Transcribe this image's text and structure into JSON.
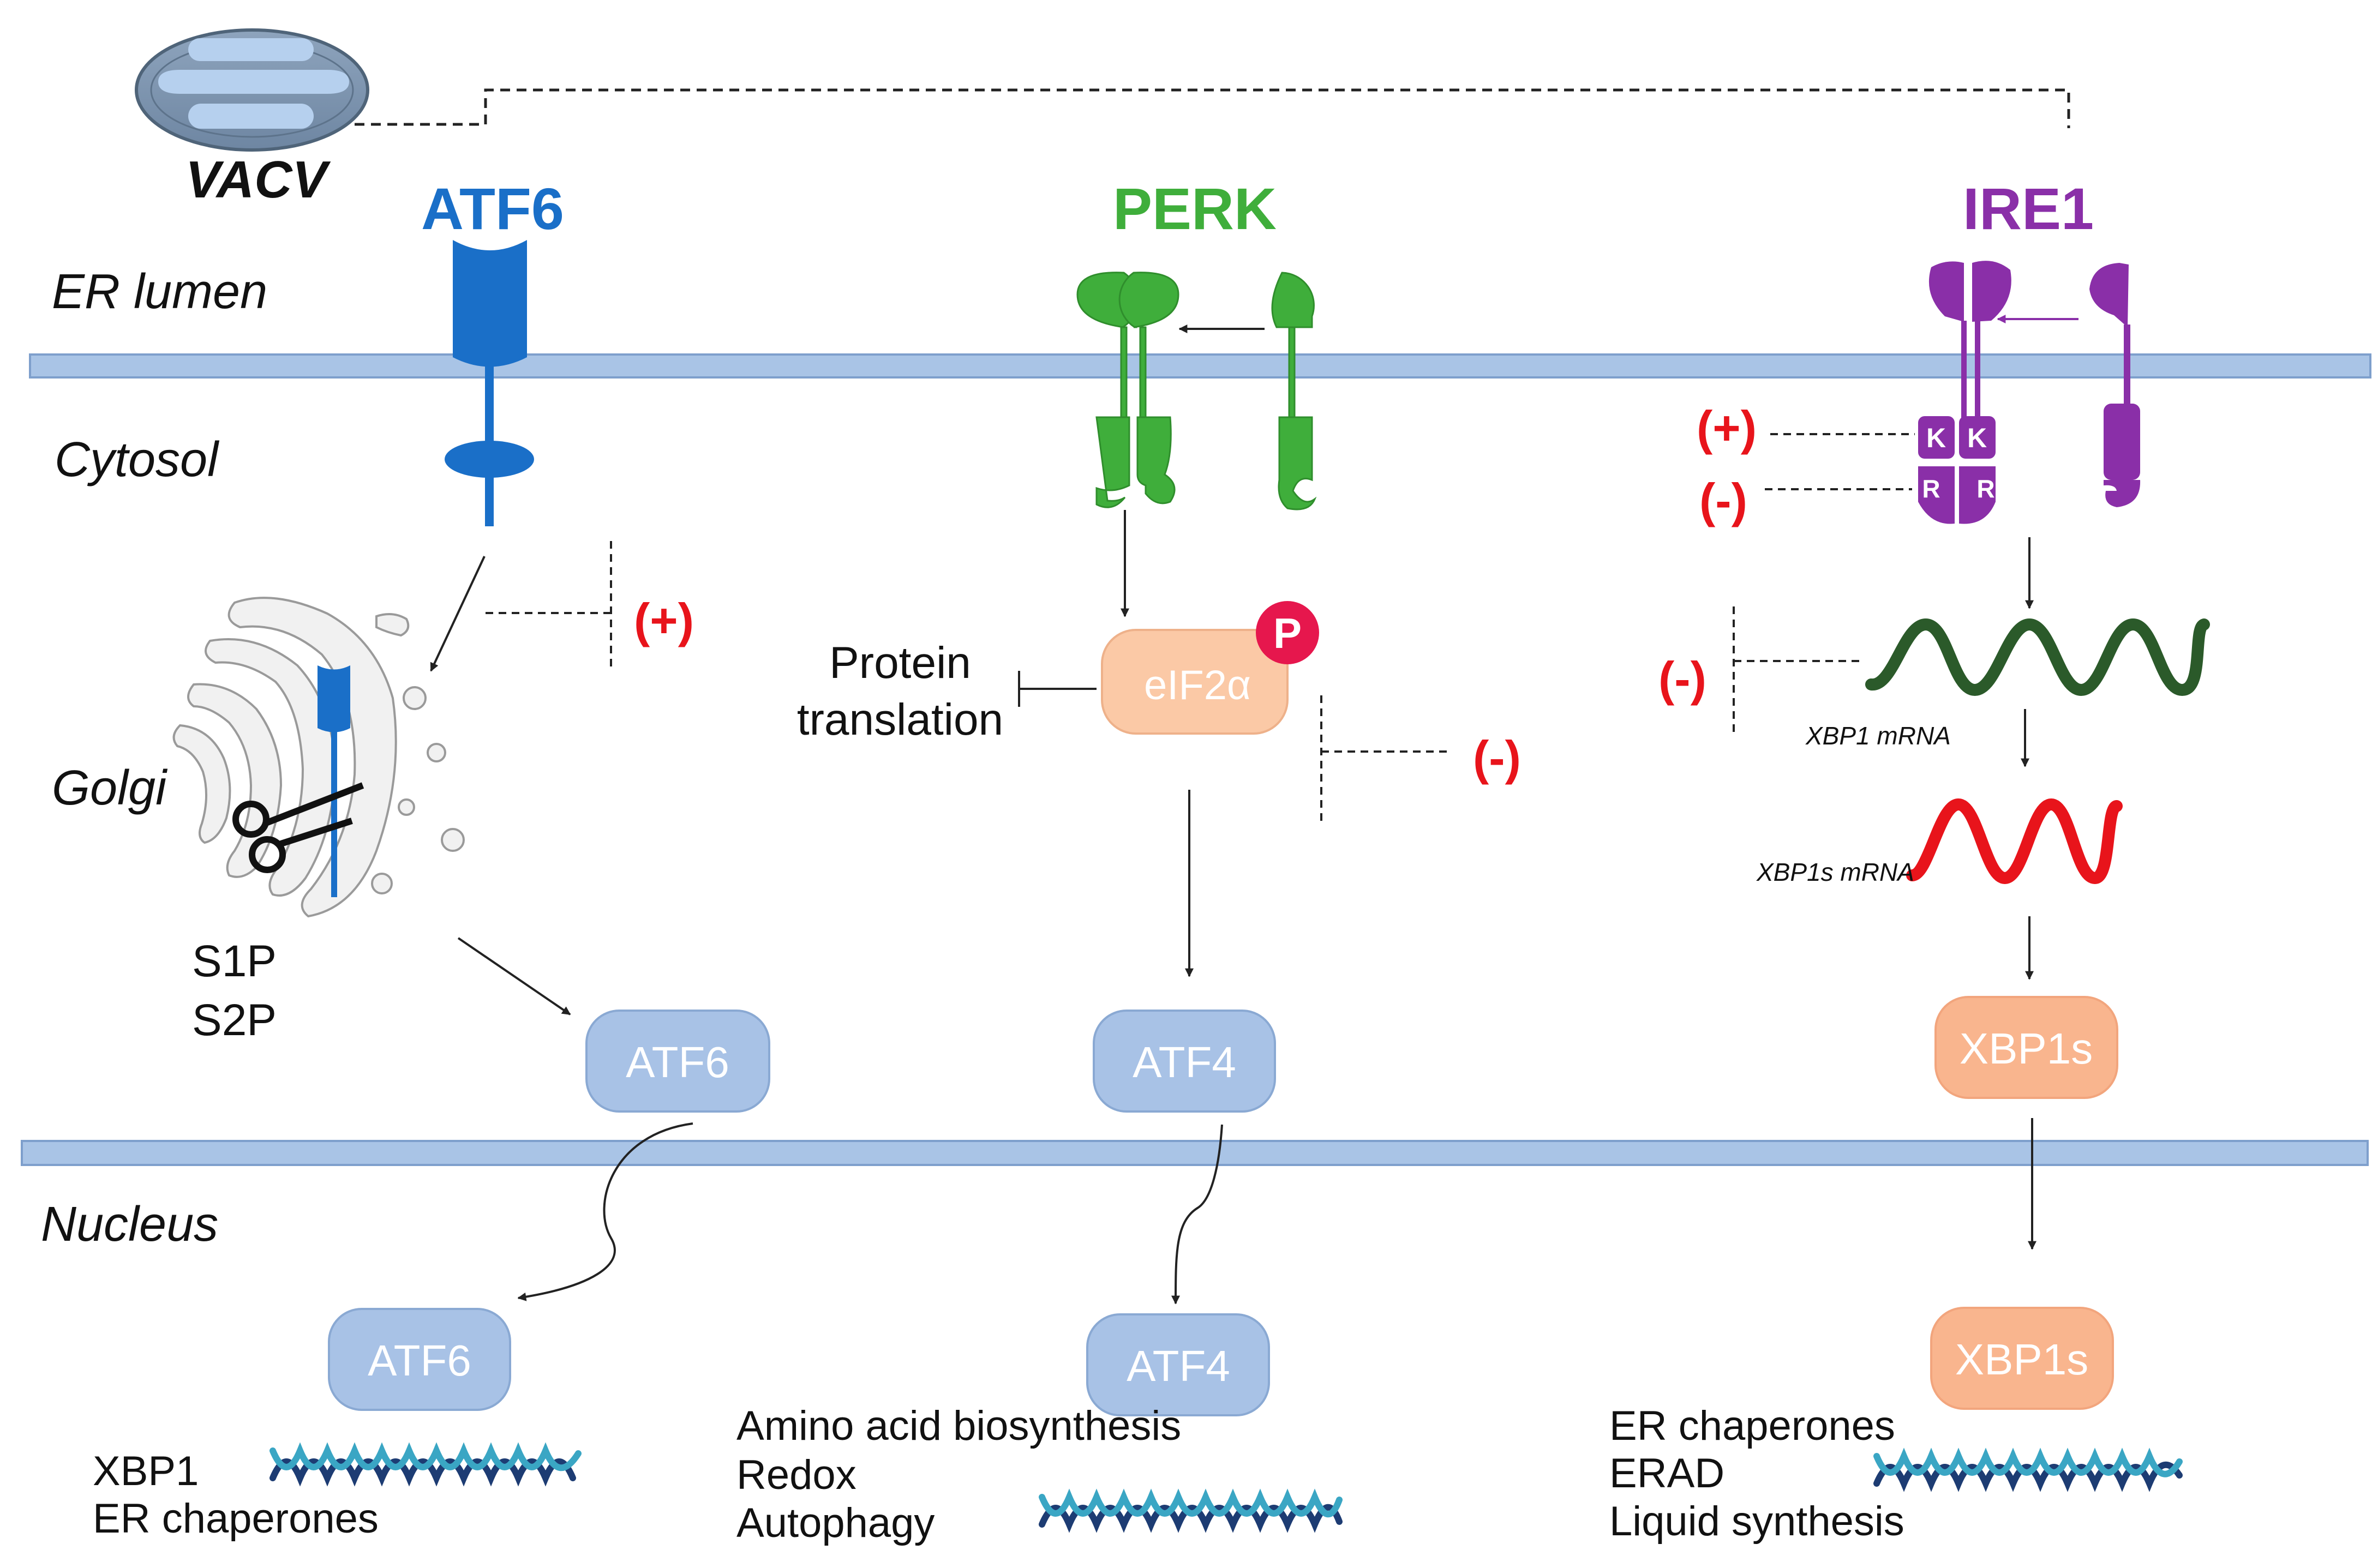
{
  "regions": {
    "er_lumen": "ER lumen",
    "cytosol": "Cytosol",
    "golgi": "Golgi",
    "nucleus": "Nucleus"
  },
  "virus": {
    "label": "VACV"
  },
  "receptors": {
    "atf6": {
      "title": "ATF6",
      "color": "#1a6fc8"
    },
    "perk": {
      "title": "PERK",
      "color": "#3fae3b"
    },
    "ire1": {
      "title": "IRE1",
      "color": "#8a2fa8"
    }
  },
  "ire1_domains": {
    "kinase": "K",
    "rnase": "R"
  },
  "proteases": {
    "s1p": "S1P",
    "s2p": "S2P"
  },
  "perk_branch": {
    "protein_translation_line1": "Protein",
    "protein_translation_line2": "translation",
    "eif2a": "eIF2α",
    "phospho": "P"
  },
  "ire1_branch": {
    "xbp1_mrna": "XBP1 mRNA",
    "xbp1s_mrna": "XBP1s mRNA"
  },
  "effects": {
    "atf6_golgi": "(+)",
    "perk_eif2a": "(-)",
    "ire1_kinase": "(+)",
    "ire1_rnase": "(-)",
    "ire1_mrna": "(-)"
  },
  "cytosol_factors": {
    "atf6": "ATF6",
    "atf4": "ATF4",
    "xbp1s": "XBP1s"
  },
  "nuclear_factors": {
    "atf6": "ATF6",
    "atf4": "ATF4",
    "xbp1s": "XBP1s"
  },
  "target_genes": {
    "atf6": [
      "XBP1",
      "ER chaperones"
    ],
    "atf4": [
      "Amino acid biosynthesis",
      "Redox",
      "Autophagy"
    ],
    "xbp1s": [
      "ER chaperones",
      "ERAD",
      "Liquid synthesis"
    ]
  },
  "colors": {
    "membrane": "#a9c4e6",
    "membrane_stroke": "#7e9fcc",
    "factor_box": "#a8c2e6",
    "eif2a_box": "#fbc9a6",
    "xbp1s_box": "#f9b58e",
    "phospho": "#e6174d",
    "sign_red": "#e8141b",
    "mrna_dark": "#2b5a2a",
    "mrna_red": "#e8141b",
    "dna_dark": "#1d3c73",
    "dna_light": "#3aa6c4"
  }
}
